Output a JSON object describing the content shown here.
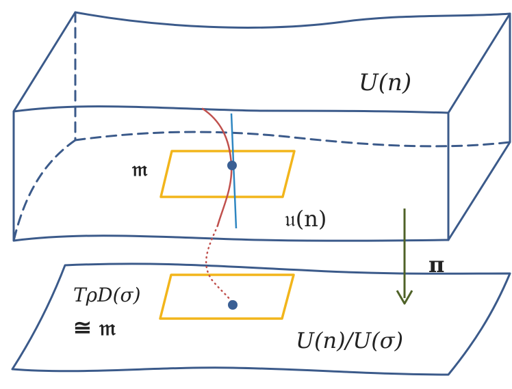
{
  "labels": {
    "group": "U(n)",
    "lie_algebra": "𝔲(n)",
    "subspace": "𝔪",
    "projection": "π",
    "quotient": "U(n)/U(σ)",
    "tangent_space": "TρD(σ)",
    "isomorphism": "≅ 𝔪"
  },
  "colors": {
    "outline": "#3b5a8a",
    "plane": "#f2b51b",
    "curve": "#c0504d",
    "fiber": "#2e86c1",
    "arrow": "#4f6228",
    "point": "#3a5f94"
  }
}
